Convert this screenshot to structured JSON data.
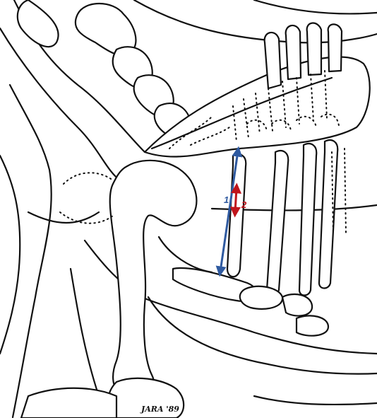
{
  "measurements": [
    {
      "label": "1",
      "color": "#2f5aa0"
    },
    {
      "label": "2",
      "color": "#c0141b"
    }
  ],
  "signature": "JARA '89"
}
